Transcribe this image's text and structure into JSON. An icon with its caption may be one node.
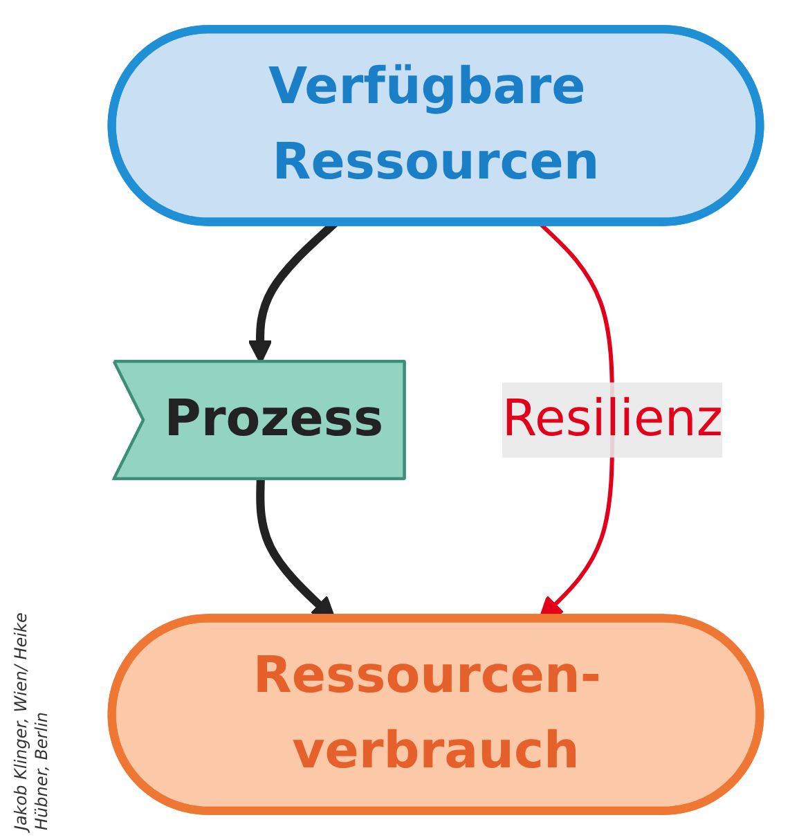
{
  "diagram": {
    "nodes": [
      {
        "text": [
          "Verfügbare Ressourcen"
        ]
      },
      {
        "text": [
          "Prozess"
        ]
      },
      {
        "text": [
          "Ressourcen- verbrauch"
        ]
      }
    ],
    "edges": [
      {
        "from": 0,
        "to": 1,
        "arrow": "to"
      },
      {
        "from": 1,
        "to": 2,
        "arrow": "to"
      },
      {
        "from": 0,
        "to": 2,
        "arrow": "to",
        "label": "Resilienz",
        "color": "#e3001b"
      }
    ],
    "labels": [
      "Jakob Klinger, Wien/ Heike Hübner, Berlin"
    ]
  }
}
